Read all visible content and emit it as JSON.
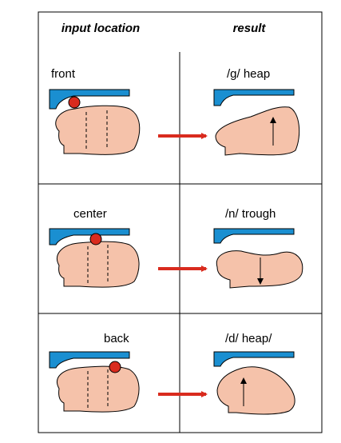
{
  "headers": {
    "input": "input location",
    "result": "result"
  },
  "rows": [
    {
      "input_label": "front",
      "result_label": "/g/ heap"
    },
    {
      "input_label": "center",
      "result_label": "/n/ trough"
    },
    {
      "input_label": "back",
      "result_label": "/d/ heap/"
    }
  ],
  "colors": {
    "tongue_fill": "#f5c2aa",
    "palate_fill": "#1a8fd1",
    "contact_dot": "#d92b1e",
    "arrow": "#d92b1e",
    "border": "#000000"
  }
}
